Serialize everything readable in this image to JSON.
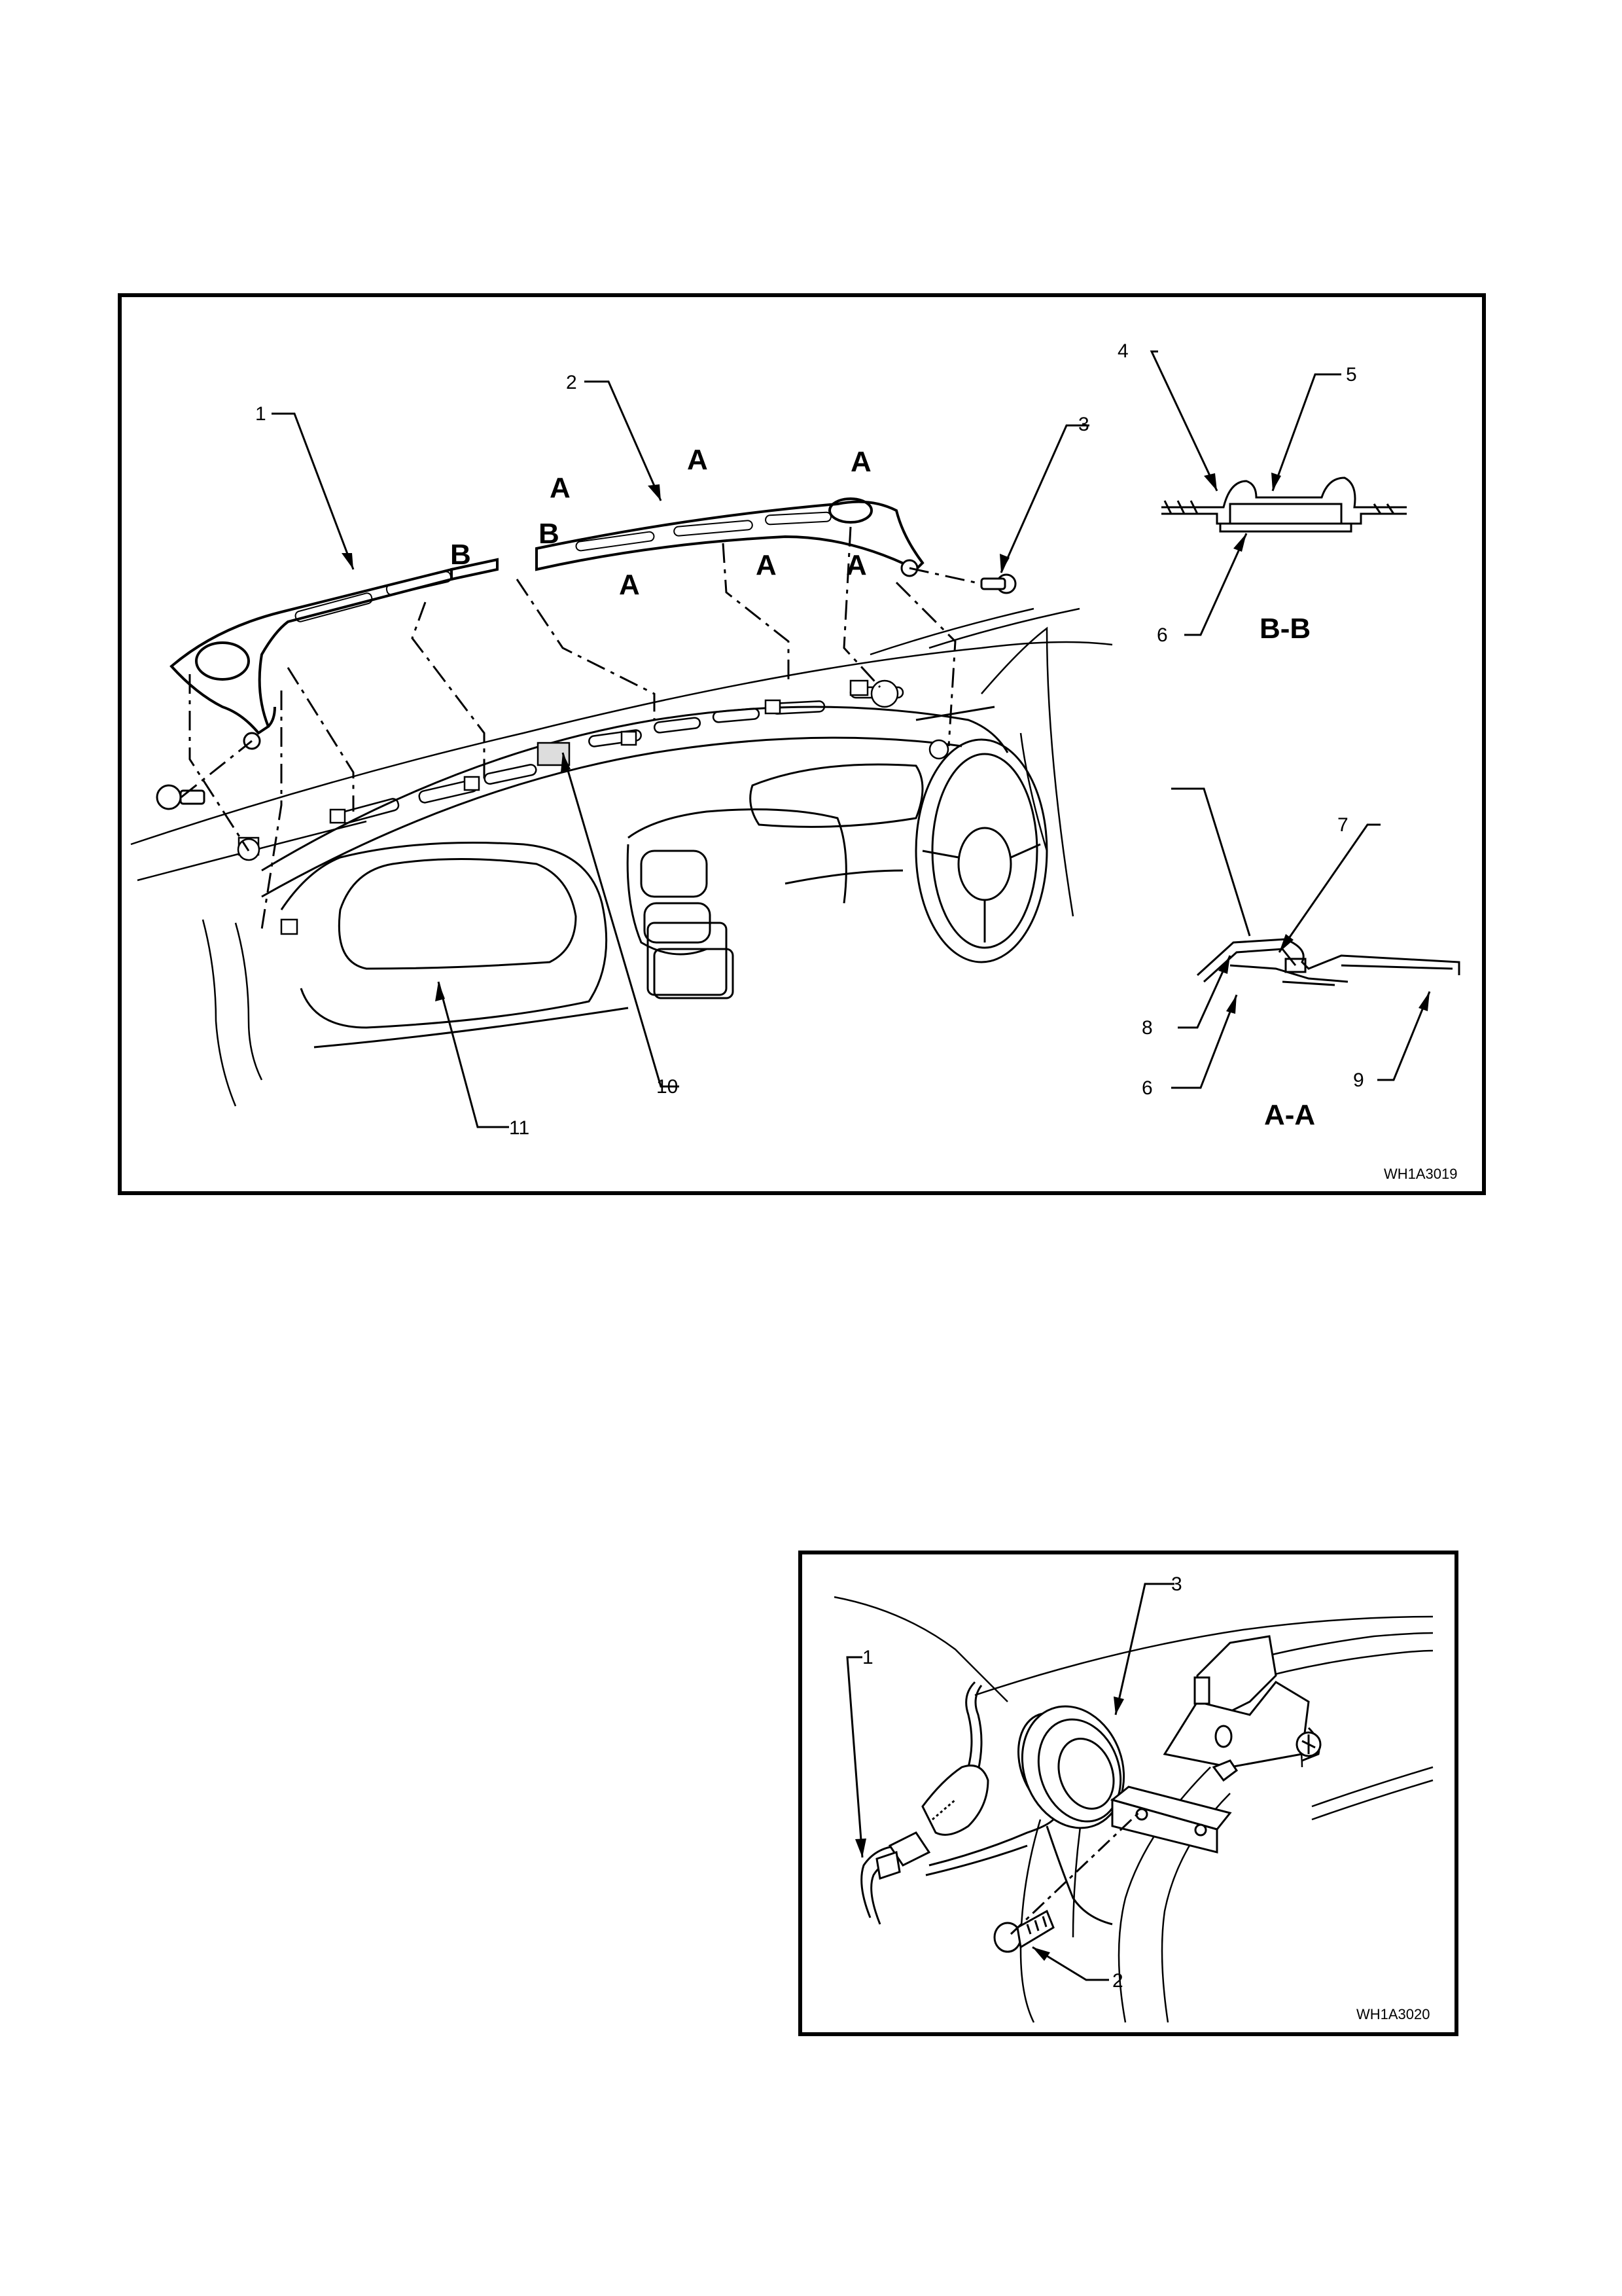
{
  "figure1": {
    "code": "WH1A3019",
    "callouts": [
      "1",
      "2",
      "3",
      "4",
      "5",
      "6",
      "7",
      "8",
      "6",
      "9",
      "10",
      "11"
    ],
    "section_markers": [
      "A",
      "A",
      "A",
      "A",
      "A",
      "A",
      "B",
      "B"
    ],
    "section_titles": [
      "B-B",
      "A-A"
    ]
  },
  "figure2": {
    "code": "WH1A3020",
    "callouts": [
      "1",
      "2",
      "3"
    ]
  }
}
